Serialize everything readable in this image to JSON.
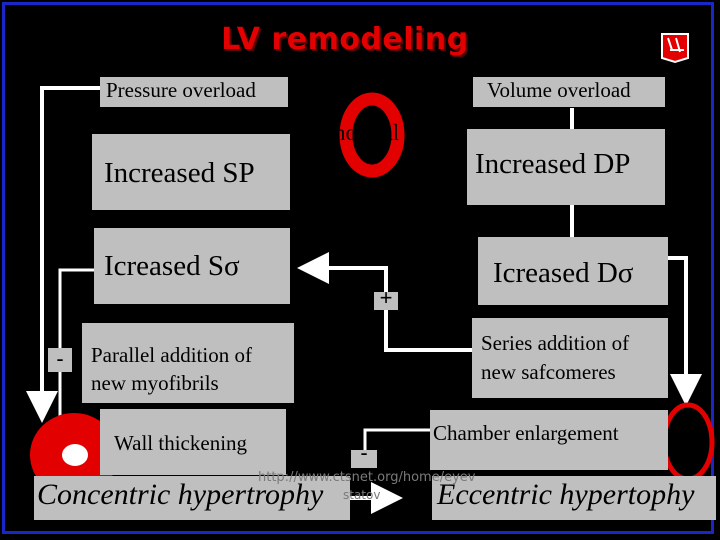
{
  "title": "LV remodeling",
  "logo_icon": "heart-logo-icon",
  "nodes": {
    "pressure_overload": "Pressure overload",
    "volume_overload": "Volume overload",
    "normal": "normal",
    "increased_sp": "Increased SP",
    "increased_dp": "Increased DP",
    "increased_s_sigma": "Icreased Sσ",
    "increased_d_sigma": "Icreased Dσ",
    "parallel_addition": [
      "Parallel addition of",
      "new myofibrils"
    ],
    "series_addition": [
      "Series addition of",
      "new safcomeres"
    ],
    "wall_thickening": "Wall thickening",
    "chamber_enlargement": "Chamber enlargement",
    "concentric": "Concentric hypertrophy",
    "eccentric": "Eccentric hypertophy"
  },
  "signs": {
    "plus": "+",
    "minus_left": "-",
    "minus_bottom": "-"
  },
  "footer": {
    "url": "http://www.ctsnet.org/home/eyev",
    "author": "statov"
  },
  "colors": {
    "title": "#e30000",
    "frame": "#1a26c8",
    "box": "#bfbfbf",
    "heart": "#e30000",
    "arrows": "#ffffff"
  }
}
